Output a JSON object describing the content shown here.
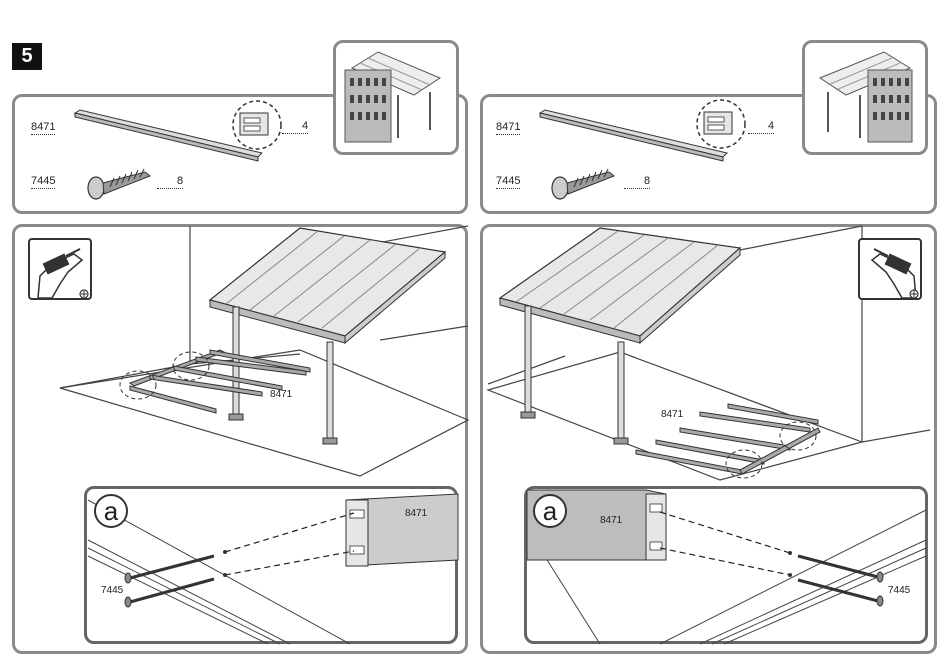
{
  "step": {
    "number": "5"
  },
  "parts_left": {
    "rail": {
      "code": "8471",
      "qty": "4"
    },
    "screw": {
      "code": "7445",
      "qty": "8"
    }
  },
  "parts_right": {
    "rail": {
      "code": "8471",
      "qty": "4"
    },
    "screw": {
      "code": "7445",
      "qty": "8"
    }
  },
  "scene_left": {
    "rail_code": "8471",
    "detail": {
      "bubble": "a",
      "rail_code": "8471",
      "screw_code": "7445"
    }
  },
  "scene_right": {
    "rail_code": "8471",
    "detail": {
      "bubble": "a",
      "rail_code": "8471",
      "screw_code": "7445"
    }
  },
  "icons": {
    "tool": "drill-icon",
    "assembly": "pergola-icon"
  }
}
